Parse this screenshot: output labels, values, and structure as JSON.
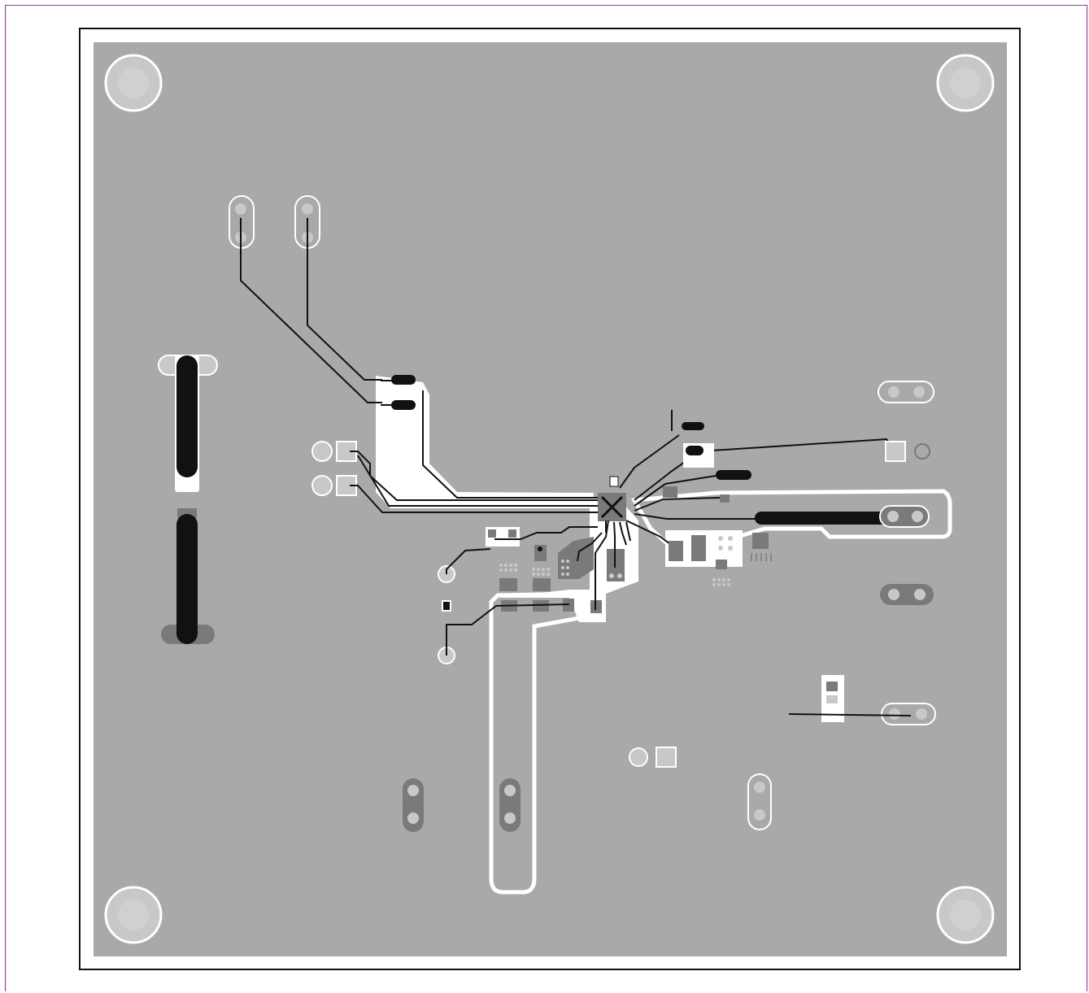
{
  "document": {
    "type": "PCB bottom layer layout",
    "text_labels": []
  },
  "colors": {
    "frame": "#8a3f9f",
    "board_outline": "#000000",
    "copper_pour": "#a9a9a9",
    "clearance": "#ffffff",
    "trace": "#111111",
    "pad": "#c8c8c8",
    "dark_component": "#7a7a7a"
  },
  "components": {
    "mounting_holes": 4,
    "connectors": [
      "header-left",
      "header-right-top",
      "header-right-mid",
      "header-right-low",
      "header-right-bottom",
      "bottom-header-1",
      "bottom-header-2",
      "bottom-header-3"
    ],
    "ic": "center-qfn"
  }
}
